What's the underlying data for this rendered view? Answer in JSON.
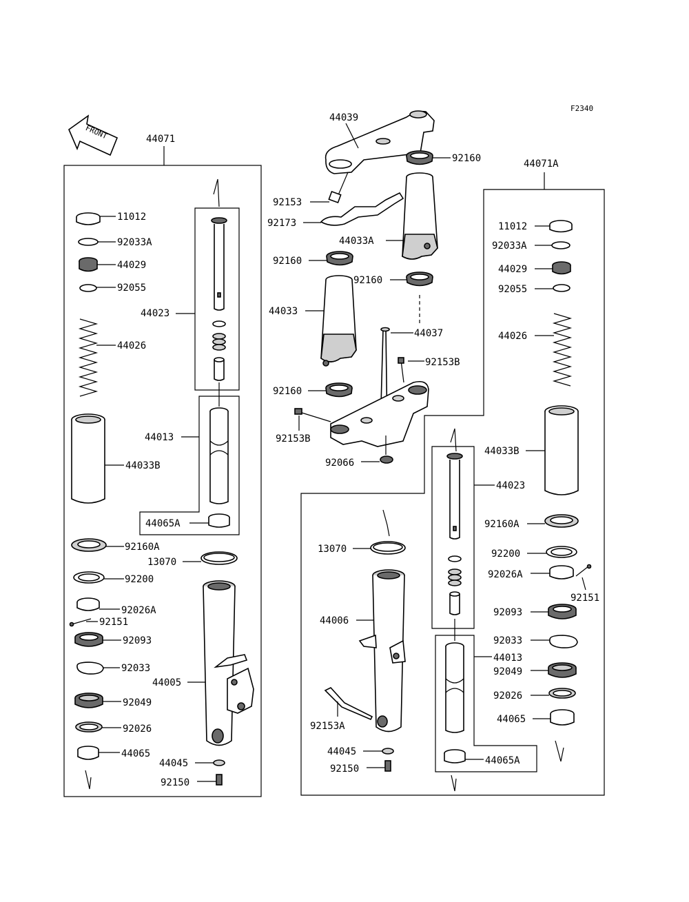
{
  "figure_code": "F2340",
  "front_label": "FRONT",
  "groups": {
    "left_assembly": "44071",
    "right_assembly": "44071A"
  },
  "labels": {
    "l_11012": "11012",
    "l_92033A": "92033A",
    "l_44029": "44029",
    "l_92055": "92055",
    "l_44023": "44023",
    "l_44026": "44026",
    "l_44013": "44013",
    "l_44033B": "44033B",
    "l_44065A": "44065A",
    "l_92160A": "92160A",
    "l_13070": "13070",
    "l_92200": "92200",
    "l_92026A": "92026A",
    "l_92151": "92151",
    "l_92093": "92093",
    "l_92033": "92033",
    "l_44005": "44005",
    "l_92049": "92049",
    "l_92026": "92026",
    "l_44065": "44065",
    "l_44045": "44045",
    "l_92150": "92150",
    "c_44039": "44039",
    "c_92160_top": "92160",
    "c_92153": "92153",
    "c_92173": "92173",
    "c_44033A": "44033A",
    "c_92160_l": "92160",
    "c_92160_r": "92160",
    "c_44033": "44033",
    "c_44037": "44037",
    "c_92153B_r": "92153B",
    "c_92160_low": "92160",
    "c_92153B_l": "92153B",
    "c_92066": "92066",
    "r_11012": "11012",
    "r_92033A": "92033A",
    "r_44029": "44029",
    "r_92055": "92055",
    "r_44026": "44026",
    "r_44033B": "44033B",
    "r_44023": "44023",
    "r_92160A": "92160A",
    "r_13070": "13070",
    "r_92200": "92200",
    "r_92026A": "92026A",
    "r_92151": "92151",
    "r_44006": "44006",
    "r_92093": "92093",
    "r_92033": "92033",
    "r_44013": "44013",
    "r_92049": "92049",
    "r_92026": "92026",
    "r_92153A": "92153A",
    "r_44065": "44065",
    "r_44045": "44045",
    "r_44065A": "44065A",
    "r_92150": "92150"
  }
}
